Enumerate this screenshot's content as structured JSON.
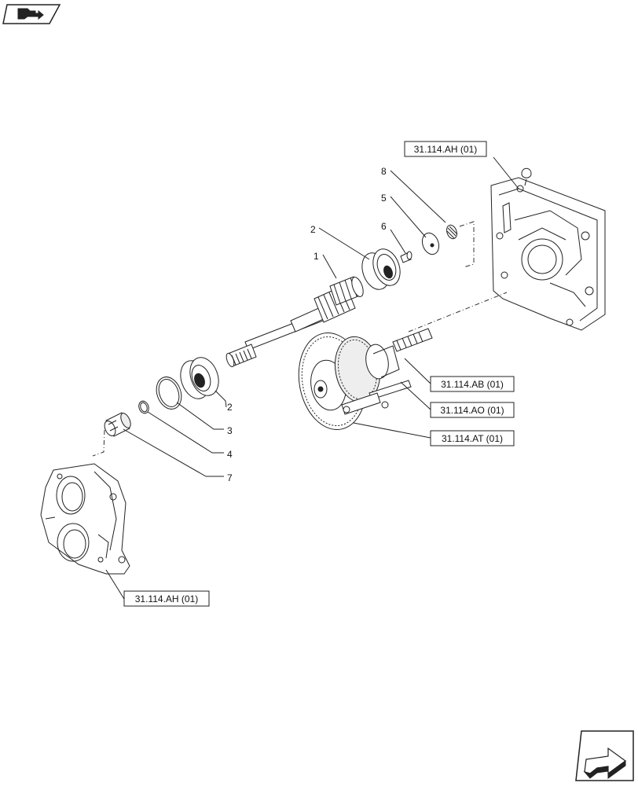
{
  "callouts": {
    "c1": "1",
    "c2a": "2",
    "c2b": "2",
    "c3": "3",
    "c4": "4",
    "c5": "5",
    "c6": "6",
    "c7": "7",
    "c8": "8"
  },
  "references": {
    "ref_top": "31.114.AH (01)",
    "ref_ab": "31.114.AB (01)",
    "ref_ao": "31.114.AO (01)",
    "ref_at": "31.114.AT (01)",
    "ref_bottom": "31.114.AH (01)"
  },
  "icons": {
    "top_left": "previous-page-icon",
    "bottom_right": "next-page-icon"
  }
}
